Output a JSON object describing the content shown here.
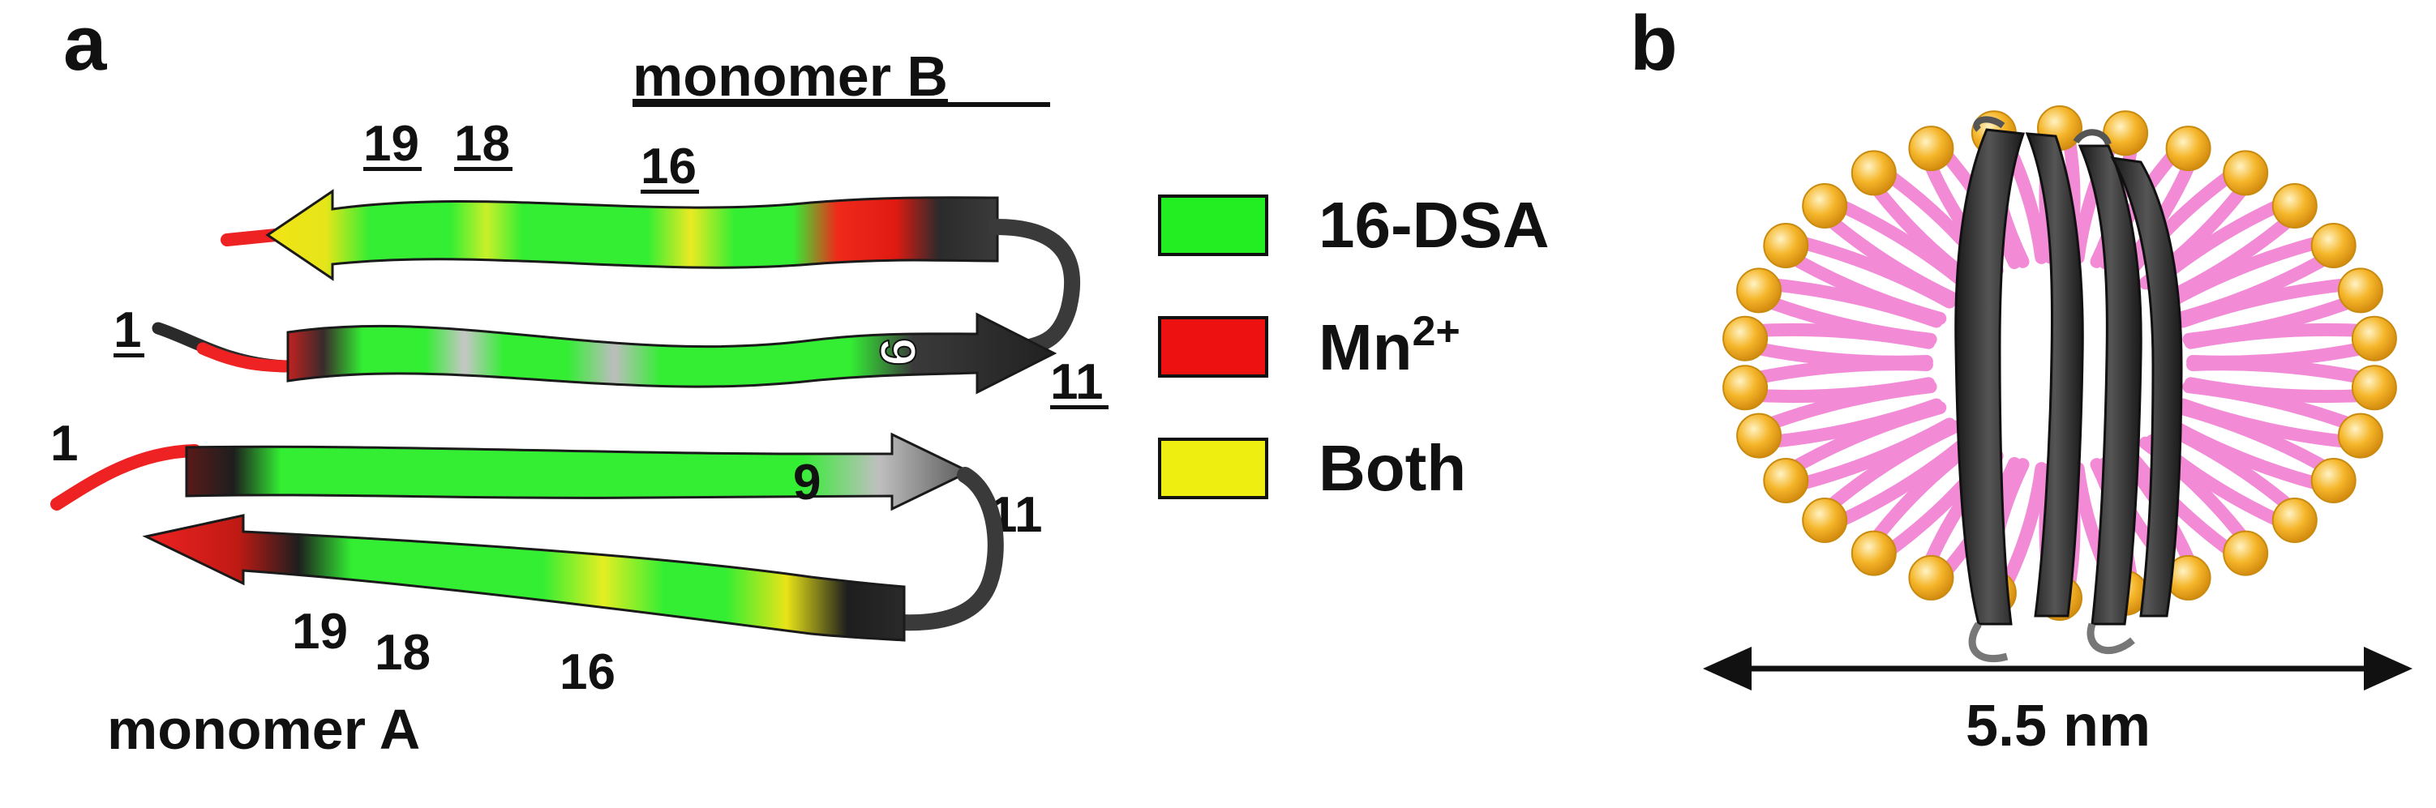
{
  "panel_a": {
    "label": "a",
    "monomer_b_label": "monomer B",
    "monomer_a_label": "monomer A",
    "b_residues": {
      "r19": "19",
      "r18": "18",
      "r16": "16",
      "r1": "1",
      "r9": "9",
      "r11": "11"
    },
    "a_residues": {
      "r1": "1",
      "r9": "9",
      "r11": "11",
      "r19": "19",
      "r18": "18",
      "r16": "16"
    }
  },
  "legend": {
    "items": [
      {
        "label": "16-DSA",
        "color": "#22ee22"
      },
      {
        "label": "Mn",
        "sup": "2+",
        "color": "#ee1111"
      },
      {
        "label": "Both",
        "color": "#eeee11"
      }
    ]
  },
  "panel_b": {
    "label": "b",
    "scale_label": "5.5 nm",
    "lipid_head_color": "#f5b62a",
    "lipid_tail_color": "#f28ad6"
  },
  "colors": {
    "sheet_green": "#33ee33",
    "sheet_dark": "#2b2b2b",
    "terminus_red": "#ee2222"
  }
}
